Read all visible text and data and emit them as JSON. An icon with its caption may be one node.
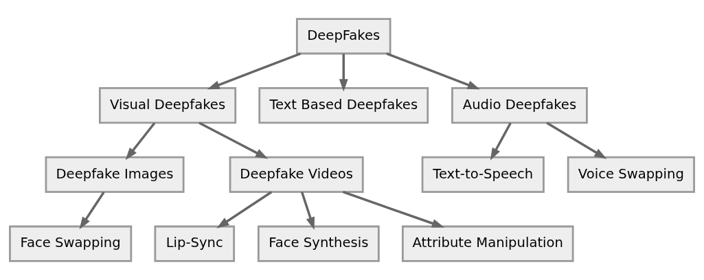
{
  "diagram": {
    "nodes": [
      {
        "text": [
          "DeepFakes"
        ]
      },
      {
        "text": [
          "Visual Deepfakes"
        ]
      },
      {
        "text": [
          "Text Based Deepfakes"
        ]
      },
      {
        "text": [
          "Audio Deepfakes"
        ]
      },
      {
        "text": [
          "Deepfake Images"
        ]
      },
      {
        "text": [
          "Deepfake Videos"
        ]
      },
      {
        "text": [
          "Text-to-Speech"
        ]
      },
      {
        "text": [
          "Voice Swapping"
        ]
      },
      {
        "text": [
          "Face Swapping"
        ]
      },
      {
        "text": [
          "Lip-Sync"
        ]
      },
      {
        "text": [
          "Face Synthesis"
        ]
      },
      {
        "text": [
          "Attribute Manipulation"
        ]
      }
    ],
    "edges": [
      {
        "from": 0,
        "to": 1,
        "arrow": "to"
      },
      {
        "from": 0,
        "to": 2,
        "arrow": "to"
      },
      {
        "from": 0,
        "to": 3,
        "arrow": "to"
      },
      {
        "from": 1,
        "to": 4,
        "arrow": "to"
      },
      {
        "from": 1,
        "to": 5,
        "arrow": "to"
      },
      {
        "from": 3,
        "to": 6,
        "arrow": "to"
      },
      {
        "from": 3,
        "to": 7,
        "arrow": "to"
      },
      {
        "from": 4,
        "to": 8,
        "arrow": "to"
      },
      {
        "from": 5,
        "to": 9,
        "arrow": "to"
      },
      {
        "from": 5,
        "to": 10,
        "arrow": "to"
      },
      {
        "from": 5,
        "to": 11,
        "arrow": "to"
      }
    ]
  }
}
